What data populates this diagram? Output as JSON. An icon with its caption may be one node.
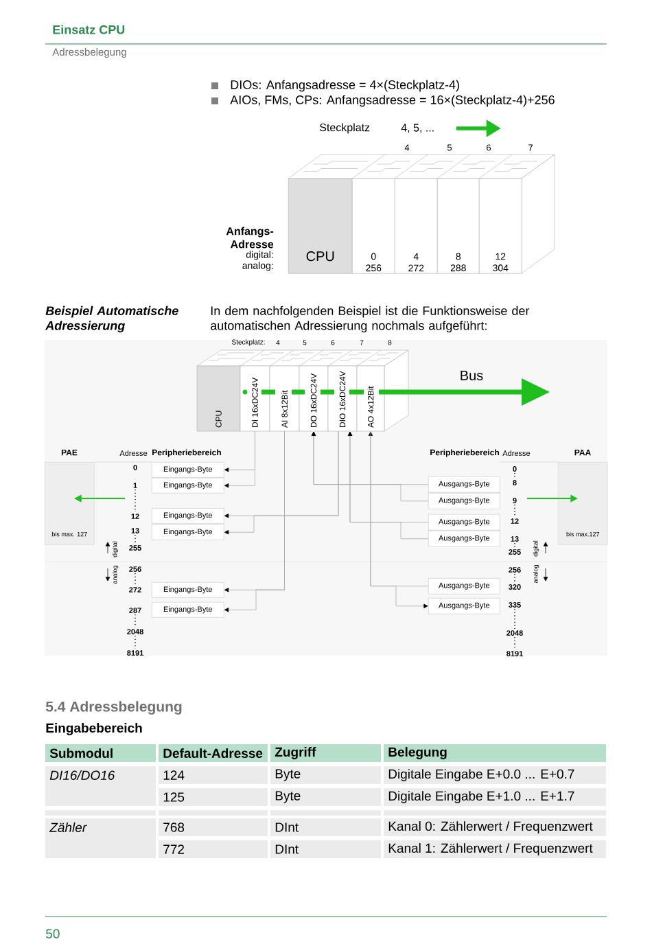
{
  "diagram": {
    "nodes": [
      {
        "text": [
          "CPU"
        ]
      },
      {
        "text": [
          "0",
          "256"
        ]
      },
      {
        "text": [
          "4",
          "272"
        ]
      },
      {
        "text": [
          "8",
          "288"
        ]
      },
      {
        "text": [
          "12",
          "304"
        ]
      },
      {
        "text": [
          "CPU"
        ]
      },
      {
        "text": [
          "DI 16xDC24V"
        ]
      },
      {
        "text": [
          "AI 8x12Bit"
        ]
      },
      {
        "text": [
          "DO 16xDC24V"
        ]
      },
      {
        "text": [
          "DIO 16xDC24V"
        ]
      },
      {
        "text": [
          "AO 4x12Bit"
        ]
      },
      {
        "text": [
          "PAE",
          "bis max. 127"
        ]
      },
      {
        "text": [
          "Eingangs-Byte"
        ]
      },
      {
        "text": [
          "Eingangs-Byte"
        ]
      },
      {
        "text": [
          "Eingangs-Byte"
        ]
      },
      {
        "text": [
          "Eingangs-Byte"
        ]
      },
      {
        "text": [
          "Eingangs-Byte"
        ]
      },
      {
        "text": [
          "Eingangs-Byte"
        ]
      },
      {
        "text": [
          "Ausgangs-Byte"
        ]
      },
      {
        "text": [
          "Ausgangs-Byte"
        ]
      },
      {
        "text": [
          "Ausgangs-Byte"
        ]
      },
      {
        "text": [
          "Ausgangs-Byte"
        ]
      },
      {
        "text": [
          "Ausgangs-Byte"
        ]
      },
      {
        "text": [
          "Ausgangs-Byte"
        ]
      },
      {
        "text": [
          "PAA",
          "bis max.127"
        ]
      }
    ],
    "edges": [
      {
        "from": 6,
        "to": 12,
        "arrow": "to"
      },
      {
        "from": 6,
        "to": 13,
        "arrow": "to"
      },
      {
        "from": 9,
        "to": 14,
        "arrow": "to"
      },
      {
        "from": 9,
        "to": 15,
        "arrow": "to"
      },
      {
        "from": 7,
        "to": 16,
        "arrow": "to"
      },
      {
        "from": 7,
        "to": 17,
        "arrow": "to"
      },
      {
        "from": 18,
        "to": 8,
        "arrow": "to"
      },
      {
        "from": 19,
        "to": 8,
        "arrow": "to"
      },
      {
        "from": 20,
        "to": 9,
        "arrow": "to"
      },
      {
        "from": 21,
        "to": 9,
        "arrow": "to"
      },
      {
        "from": 22,
        "to": 10,
        "arrow": "to"
      },
      {
        "from": 10,
        "to": 23,
        "arrow": "to"
      }
    ],
    "labels": [
      "Einsatz CPU",
      "Adressbelegung",
      "DIOs: Anfangsadresse = 4×(Steckplatz-4)",
      "AIOs, FMs, CPs: Anfangsadresse = 16×(Steckplatz-4)+256",
      "Steckplatz",
      "4, 5, ...",
      "4",
      "5",
      "6",
      "7",
      "Anfangs- Adresse",
      "digital:",
      "analog:",
      "Beispiel Automatische Adressierung",
      "In dem nachfolgenden Beispiel ist die Funktionsweise der automatischen Adressierung nochmals aufgeführt:",
      "Steckplatz:",
      "4",
      "5",
      "6",
      "7",
      "8",
      "Bus",
      "Adresse",
      "Peripheriebereich",
      "Peripheriebereich",
      "Adresse",
      "0",
      "1",
      "12",
      "13",
      "255",
      "256",
      "272",
      "287",
      "2048",
      "8191",
      "digital",
      "analog",
      "0",
      "8",
      "9",
      "12",
      "13",
      "255",
      "256",
      "320",
      "335",
      "2048",
      "8191",
      "digital",
      "analog",
      "Submodul",
      "Default-Adresse",
      "Zugriff",
      "Belegung",
      "DI16/DO16",
      "124",
      "Byte",
      "Digitale Eingabe E+0.0 ... E+0.7",
      "125",
      "Byte",
      "Digitale Eingabe E+1.0 ... E+1.7",
      "Zähler",
      "768",
      "DInt",
      "Kanal 0: Zählerwert / Frequenzwert",
      "772",
      "DInt",
      "Kanal 1: Zählerwert / Frequenzwert",
      "5.4 Adressbelegung",
      "Eingabebereich",
      "50"
    ]
  }
}
